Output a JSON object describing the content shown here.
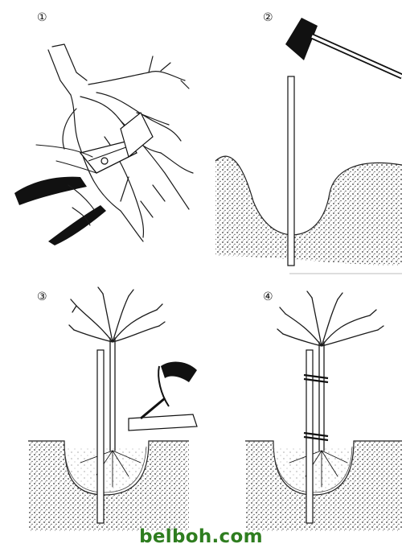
{
  "steps": [
    {
      "number": "①"
    },
    {
      "number": "②"
    },
    {
      "number": "③"
    },
    {
      "number": "④"
    }
  ],
  "watermark": "belboh.com",
  "colors": {
    "ink": "#1a1a1a",
    "watermark": "#2e7d1f",
    "background": "#ffffff"
  }
}
